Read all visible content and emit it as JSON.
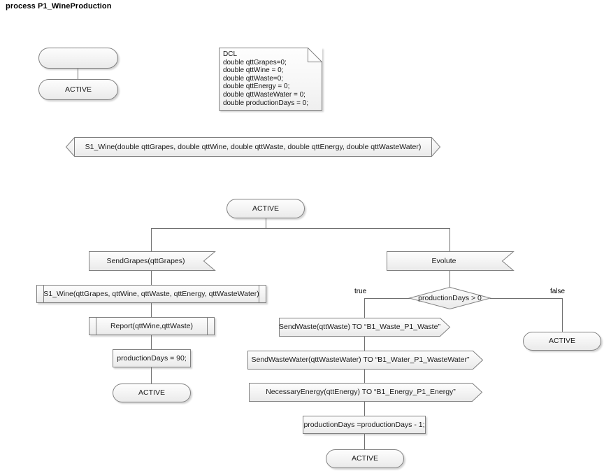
{
  "diagram": {
    "title": "process P1_WineProduction",
    "colors": {
      "node_border": "#808080",
      "node_fill_top": "#fdfdfd",
      "node_fill_bottom": "#eaeaea",
      "connector": "#6f6f6f",
      "text": "#1a1a1a",
      "background": "#ffffff"
    }
  },
  "start": {
    "start_node_label": "",
    "first_state_label": "ACTIVE"
  },
  "declaration": {
    "header": "DCL",
    "lines": [
      "double qttGrapes=0;",
      "double qttWine = 0;",
      "double qttWaste=0;",
      "double qttEnergy = 0;",
      "double qttWasteWater = 0;",
      "double productionDays = 0;"
    ]
  },
  "signal_definition": {
    "label": "S1_Wine(double qttGrapes, double qttWine, double qttWaste, double qttEnergy, double qttWasteWater)"
  },
  "main_state": {
    "label": "ACTIVE"
  },
  "left_branch": {
    "input_signal": "SendGrapes(qttGrapes)",
    "procedure_1": "S1_Wine(qttGrapes, qttWine, qttWaste, qttEnergy, qttWasteWater)",
    "procedure_2": "Report(qttWine,qttWaste)",
    "assignment": "productionDays = 90;",
    "end_state": "ACTIVE"
  },
  "right_branch": {
    "input_signal": "Evolute",
    "decision": "productionDays > 0",
    "branch_true_label": "true",
    "branch_false_label": "false",
    "false_end_state": "ACTIVE",
    "outputs": [
      "SendWaste(qttWaste) TO “B1_Waste_P1_Waste”",
      "SendWasteWater(qttWasteWater) TO “B1_Water_P1_WasteWater”",
      "NecessaryEnergy(qttEnergy) TO “B1_Energy_P1_Energy”"
    ],
    "assignment": "productionDays =productionDays - 1;",
    "true_end_state": "ACTIVE"
  }
}
